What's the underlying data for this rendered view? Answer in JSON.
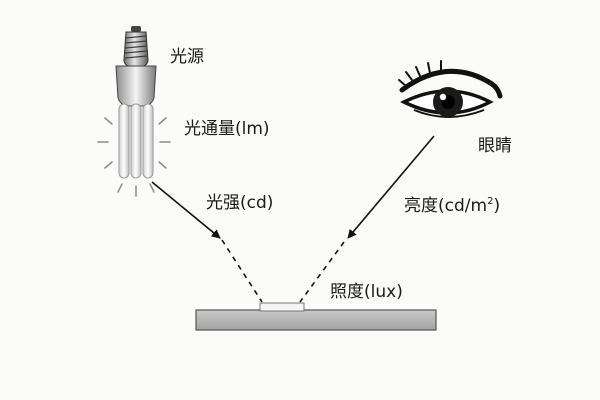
{
  "labels": {
    "light_source": "光源",
    "luminous_flux": "光通量(lm)",
    "luminous_intensity": "光强(cd)",
    "eye": "眼睛",
    "luminance_prefix": "亮度(cd/m",
    "luminance_sup": "2",
    "luminance_suffix": ")",
    "illuminance": "照度(lux)"
  },
  "icons": {
    "bulb": "cfl-bulb-icon",
    "eye": "eye-icon"
  }
}
